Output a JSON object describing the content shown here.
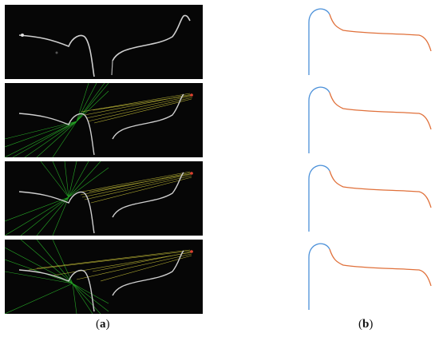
{
  "figure": {
    "caption_a_letter": "a",
    "caption_b_letter": "b",
    "colors": {
      "panel_bg": "#060606",
      "laser_line": "#d8d8d8",
      "green_rays": "#2fd12f",
      "yellow_rays": "#e8e040",
      "blue_curve": "#4a90d9",
      "orange_curve": "#e0703a"
    },
    "left_column_views": 4,
    "right_column_profiles": 4
  }
}
